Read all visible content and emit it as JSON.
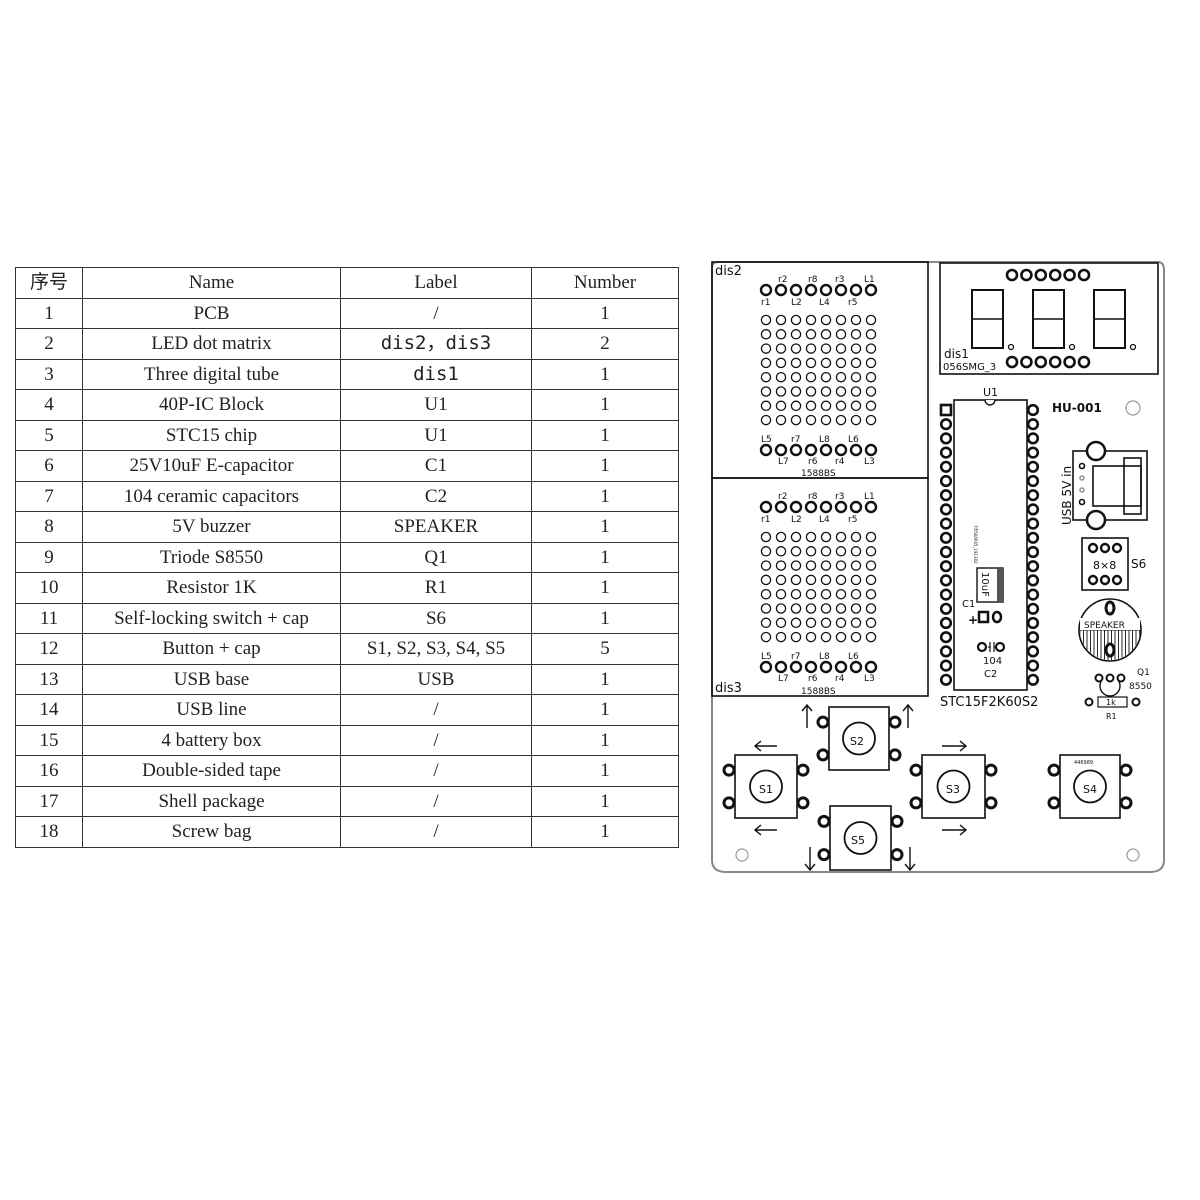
{
  "table": {
    "headers": [
      "序号",
      "Name",
      "Label",
      "Number"
    ],
    "rows": [
      [
        "1",
        "PCB",
        "/",
        "1"
      ],
      [
        "2",
        "LED dot matrix",
        "dis2，dis3",
        "2"
      ],
      [
        "3",
        "Three digital tube",
        "dis1",
        "1"
      ],
      [
        "4",
        "40P-IC Block",
        "U1",
        "1"
      ],
      [
        "5",
        "STC15 chip",
        "U1",
        "1"
      ],
      [
        "6",
        "25V10uF E-capacitor",
        "C1",
        "1"
      ],
      [
        "7",
        "104 ceramic capacitors",
        "C2",
        "1"
      ],
      [
        "8",
        "5V buzzer",
        "SPEAKER",
        "1"
      ],
      [
        "9",
        "Triode S8550",
        "Q1",
        "1"
      ],
      [
        "10",
        "Resistor 1K",
        "R1",
        "1"
      ],
      [
        "11",
        "Self-locking switch + cap",
        "S6",
        "1"
      ],
      [
        "12",
        "Button + cap",
        "S1, S2, S3, S4, S5",
        "5"
      ],
      [
        "13",
        "USB base",
        "USB",
        "1"
      ],
      [
        "14",
        "USB line",
        "/",
        "1"
      ],
      [
        "15",
        "4 battery box",
        "/",
        "1"
      ],
      [
        "16",
        "Double-sided tape",
        "/",
        "1"
      ],
      [
        "17",
        "Shell package",
        "/",
        "1"
      ],
      [
        "18",
        "Screw bag",
        "/",
        "1"
      ]
    ]
  },
  "pcb": {
    "board_name": "HU-001",
    "dis2": {
      "label": "dis2",
      "part": "1588BS",
      "top_labels": [
        "r2",
        "r8",
        "r3",
        "L1"
      ],
      "top_sub_labels": [
        "r1",
        "L2",
        "L4",
        "r5"
      ],
      "bottom_labels": [
        "L5",
        "r7",
        "L8",
        "L6"
      ],
      "bottom_sub_labels": [
        "L7",
        "r6",
        "r4",
        "L3"
      ]
    },
    "dis3": {
      "label": "dis3",
      "part": "1588BS",
      "top_labels": [
        "r2",
        "r8",
        "r3",
        "L1"
      ],
      "top_sub_labels": [
        "r1",
        "L2",
        "L4",
        "r5"
      ],
      "bottom_labels": [
        "L5",
        "r7",
        "L8",
        "L6"
      ],
      "bottom_sub_labels": [
        "L7",
        "r6",
        "r4",
        "L3"
      ]
    },
    "dis1": {
      "label": "dis1",
      "part": "056SMG_3"
    },
    "u1": {
      "label": "U1",
      "chip": "STC15F2K60S2",
      "chip_marking": "7I5560P45_191302"
    },
    "usb": {
      "label": "USB 5V in"
    },
    "s6": {
      "label": "S6",
      "size": "8×8"
    },
    "speaker": {
      "label": "SPEAKER"
    },
    "q1": {
      "label": "Q1",
      "part": "8550"
    },
    "r1": {
      "label": "R1",
      "value": "1k"
    },
    "c1": {
      "label": "C1",
      "value": "10uF"
    },
    "c2": {
      "label": "C2",
      "value": "104"
    },
    "buttons": {
      "s1": "S1",
      "s2": "S2",
      "s3": "S3",
      "s4": "S4",
      "s5": "S5",
      "s4_marking": "446989"
    },
    "colors": {
      "silkscreen": "#111111",
      "board": "#ffffff"
    }
  }
}
